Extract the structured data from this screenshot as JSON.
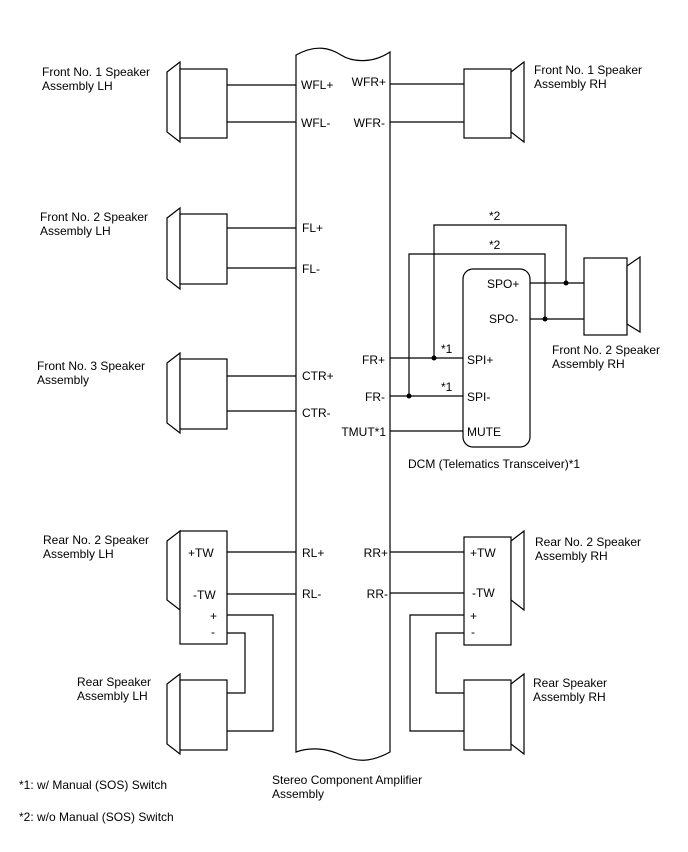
{
  "amplifier": {
    "label_line1": "Stereo Component Amplifier",
    "label_line2": "Assembly",
    "pins_left": [
      "WFL+",
      "WFL-",
      "FL+",
      "FL-",
      "CTR+",
      "CTR-",
      "RL+",
      "RL-"
    ],
    "pins_right": [
      "WFR+",
      "WFR-",
      "FR+",
      "FR-",
      "TMUT*1",
      "RR+",
      "RR-"
    ]
  },
  "speakers": {
    "front1_lh": {
      "line1": "Front No. 1 Speaker",
      "line2": "Assembly LH"
    },
    "front1_rh": {
      "line1": "Front No. 1 Speaker",
      "line2": "Assembly RH"
    },
    "front2_lh": {
      "line1": "Front No. 2 Speaker",
      "line2": "Assembly LH"
    },
    "front2_rh": {
      "line1": "Front No. 2 Speaker",
      "line2": "Assembly RH"
    },
    "front3": {
      "line1": "Front No. 3 Speaker",
      "line2": "Assembly"
    },
    "rear2_lh": {
      "line1": "Rear No. 2 Speaker",
      "line2": "Assembly LH",
      "pins": [
        "+TW",
        "-TW",
        "+",
        "-"
      ]
    },
    "rear2_rh": {
      "line1": "Rear No. 2 Speaker",
      "line2": "Assembly RH",
      "pins": [
        "+TW",
        "-TW",
        "+",
        "-"
      ]
    },
    "rear_lh": {
      "line1": "Rear Speaker",
      "line2": "Assembly LH"
    },
    "rear_rh": {
      "line1": "Rear Speaker",
      "line2": "Assembly RH"
    }
  },
  "dcm": {
    "label": "DCM (Telematics Transceiver)*1",
    "pins": [
      "SPO+",
      "SPO-",
      "SPI+",
      "SPI-",
      "MUTE"
    ]
  },
  "marks": {
    "star1": "*1",
    "star2": "*2"
  },
  "notes": {
    "note1": "*1: w/ Manual (SOS) Switch",
    "note2": "*2: w/o Manual (SOS) Switch"
  }
}
